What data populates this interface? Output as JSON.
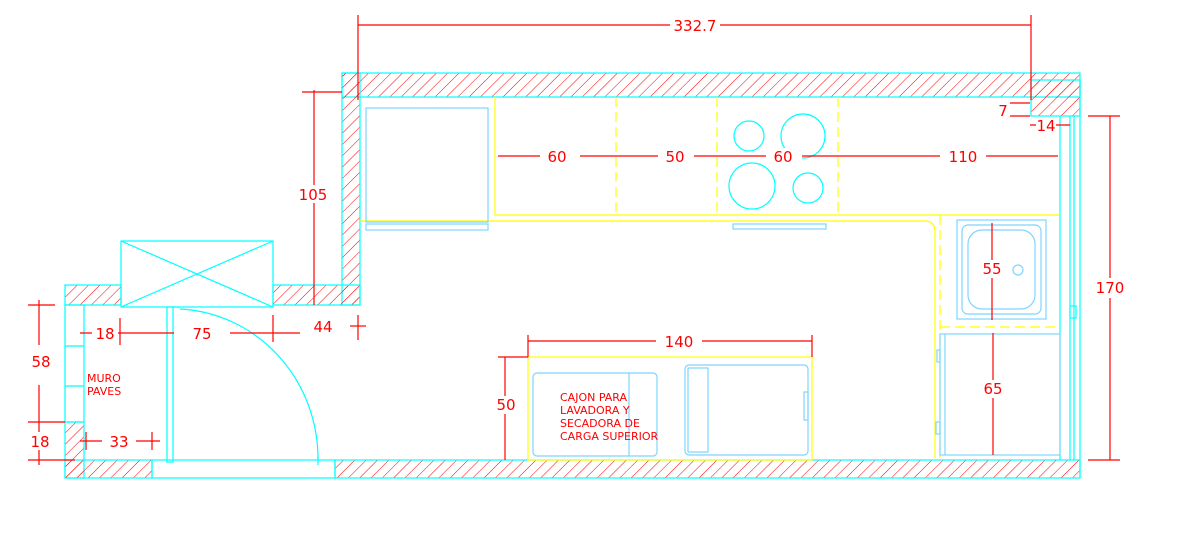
{
  "drawing": {
    "title": "Kitchen floor plan",
    "colors": {
      "wall_outline": "#00ffff",
      "hatch": "#ff0000",
      "counter": "#ffff00",
      "dimension": "#ff0000",
      "fixture": "#7fd4ff"
    },
    "dimensions": {
      "overall_width": "332.7",
      "counter_seg_1": "60",
      "counter_seg_2": "50",
      "counter_seg_3": "60",
      "counter_seg_4": "110",
      "wall_height_left": "105",
      "right_length": "170",
      "washer_width": "140",
      "washer_depth": "50",
      "sink_depth": "55",
      "lower_cabinet": "65",
      "step_7": "7",
      "step_14": "14",
      "jamb_18": "18",
      "door_75": "75",
      "wall_44": "44",
      "paves_58": "58",
      "base_18": "18",
      "base_33": "33"
    },
    "annotations": {
      "glass_wall": [
        "MURO",
        "PAVES"
      ],
      "washer_note": [
        "CAJON PARA",
        "LAVADORA Y",
        "SECADORA DE",
        "CARGA SUPERIOR"
      ]
    }
  }
}
